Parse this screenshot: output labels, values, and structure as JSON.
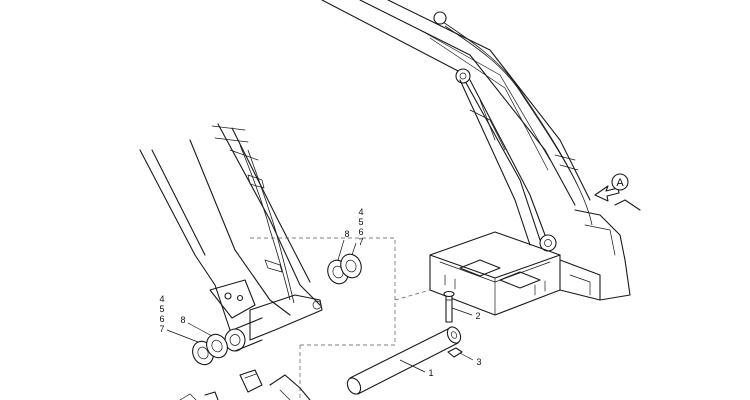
{
  "diagram": {
    "view_marker": "A",
    "callouts": {
      "pin": "1",
      "bolt": "2",
      "nut": "3",
      "right_stack": [
        "4",
        "5",
        "6",
        "7"
      ],
      "right_spacer": "8",
      "left_stack": [
        "4",
        "5",
        "6",
        "7"
      ],
      "left_spacer": "8"
    }
  }
}
